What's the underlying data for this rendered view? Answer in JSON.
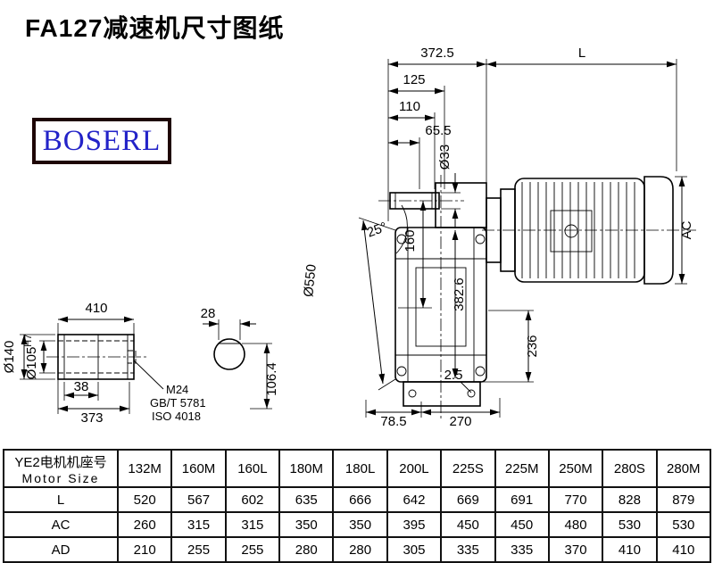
{
  "title": "FA127减速机尺寸图纸",
  "logo_text": "BOSERL",
  "drawing": {
    "dim_372_5": "372.5",
    "dim_L": "L",
    "dim_125": "125",
    "dim_110": "110",
    "dim_65_5": "65.5",
    "dim_dia33": "Ø33",
    "dim_160": "160",
    "dim_angle_25": "25°",
    "dim_dia550": "Ø550",
    "dim_382_6": "382.6",
    "dim_AC": "AC",
    "dim_236": "236",
    "dim_2_5": "2.5",
    "dim_78_5": "78.5",
    "dim_270": "270"
  },
  "shaft_detail": {
    "dim_410": "410",
    "dim_38": "38",
    "dim_373": "373",
    "dim_dia140": "Ø140",
    "dim_dia105": "Ø105",
    "dim_dia105_tol": "H7",
    "thread_label": "M24",
    "standard_gb": "GB/T 5781",
    "standard_iso": "ISO 4018"
  },
  "section_detail": {
    "dim_28": "28",
    "dim_106_4": "106.4"
  },
  "table": {
    "header_cn": "YE2电机机座号",
    "header_en": "Motor Size",
    "columns": [
      "132M",
      "160M",
      "160L",
      "180M",
      "180L",
      "200L",
      "225S",
      "225M",
      "250M",
      "280S",
      "280M"
    ],
    "rows": [
      {
        "label": "L",
        "values": [
          "520",
          "567",
          "602",
          "635",
          "666",
          "642",
          "669",
          "691",
          "770",
          "828",
          "879"
        ]
      },
      {
        "label": "AC",
        "values": [
          "260",
          "315",
          "315",
          "350",
          "350",
          "395",
          "450",
          "450",
          "480",
          "530",
          "530"
        ]
      },
      {
        "label": "AD",
        "values": [
          "210",
          "255",
          "255",
          "280",
          "280",
          "305",
          "335",
          "335",
          "370",
          "410",
          "410"
        ]
      }
    ]
  }
}
